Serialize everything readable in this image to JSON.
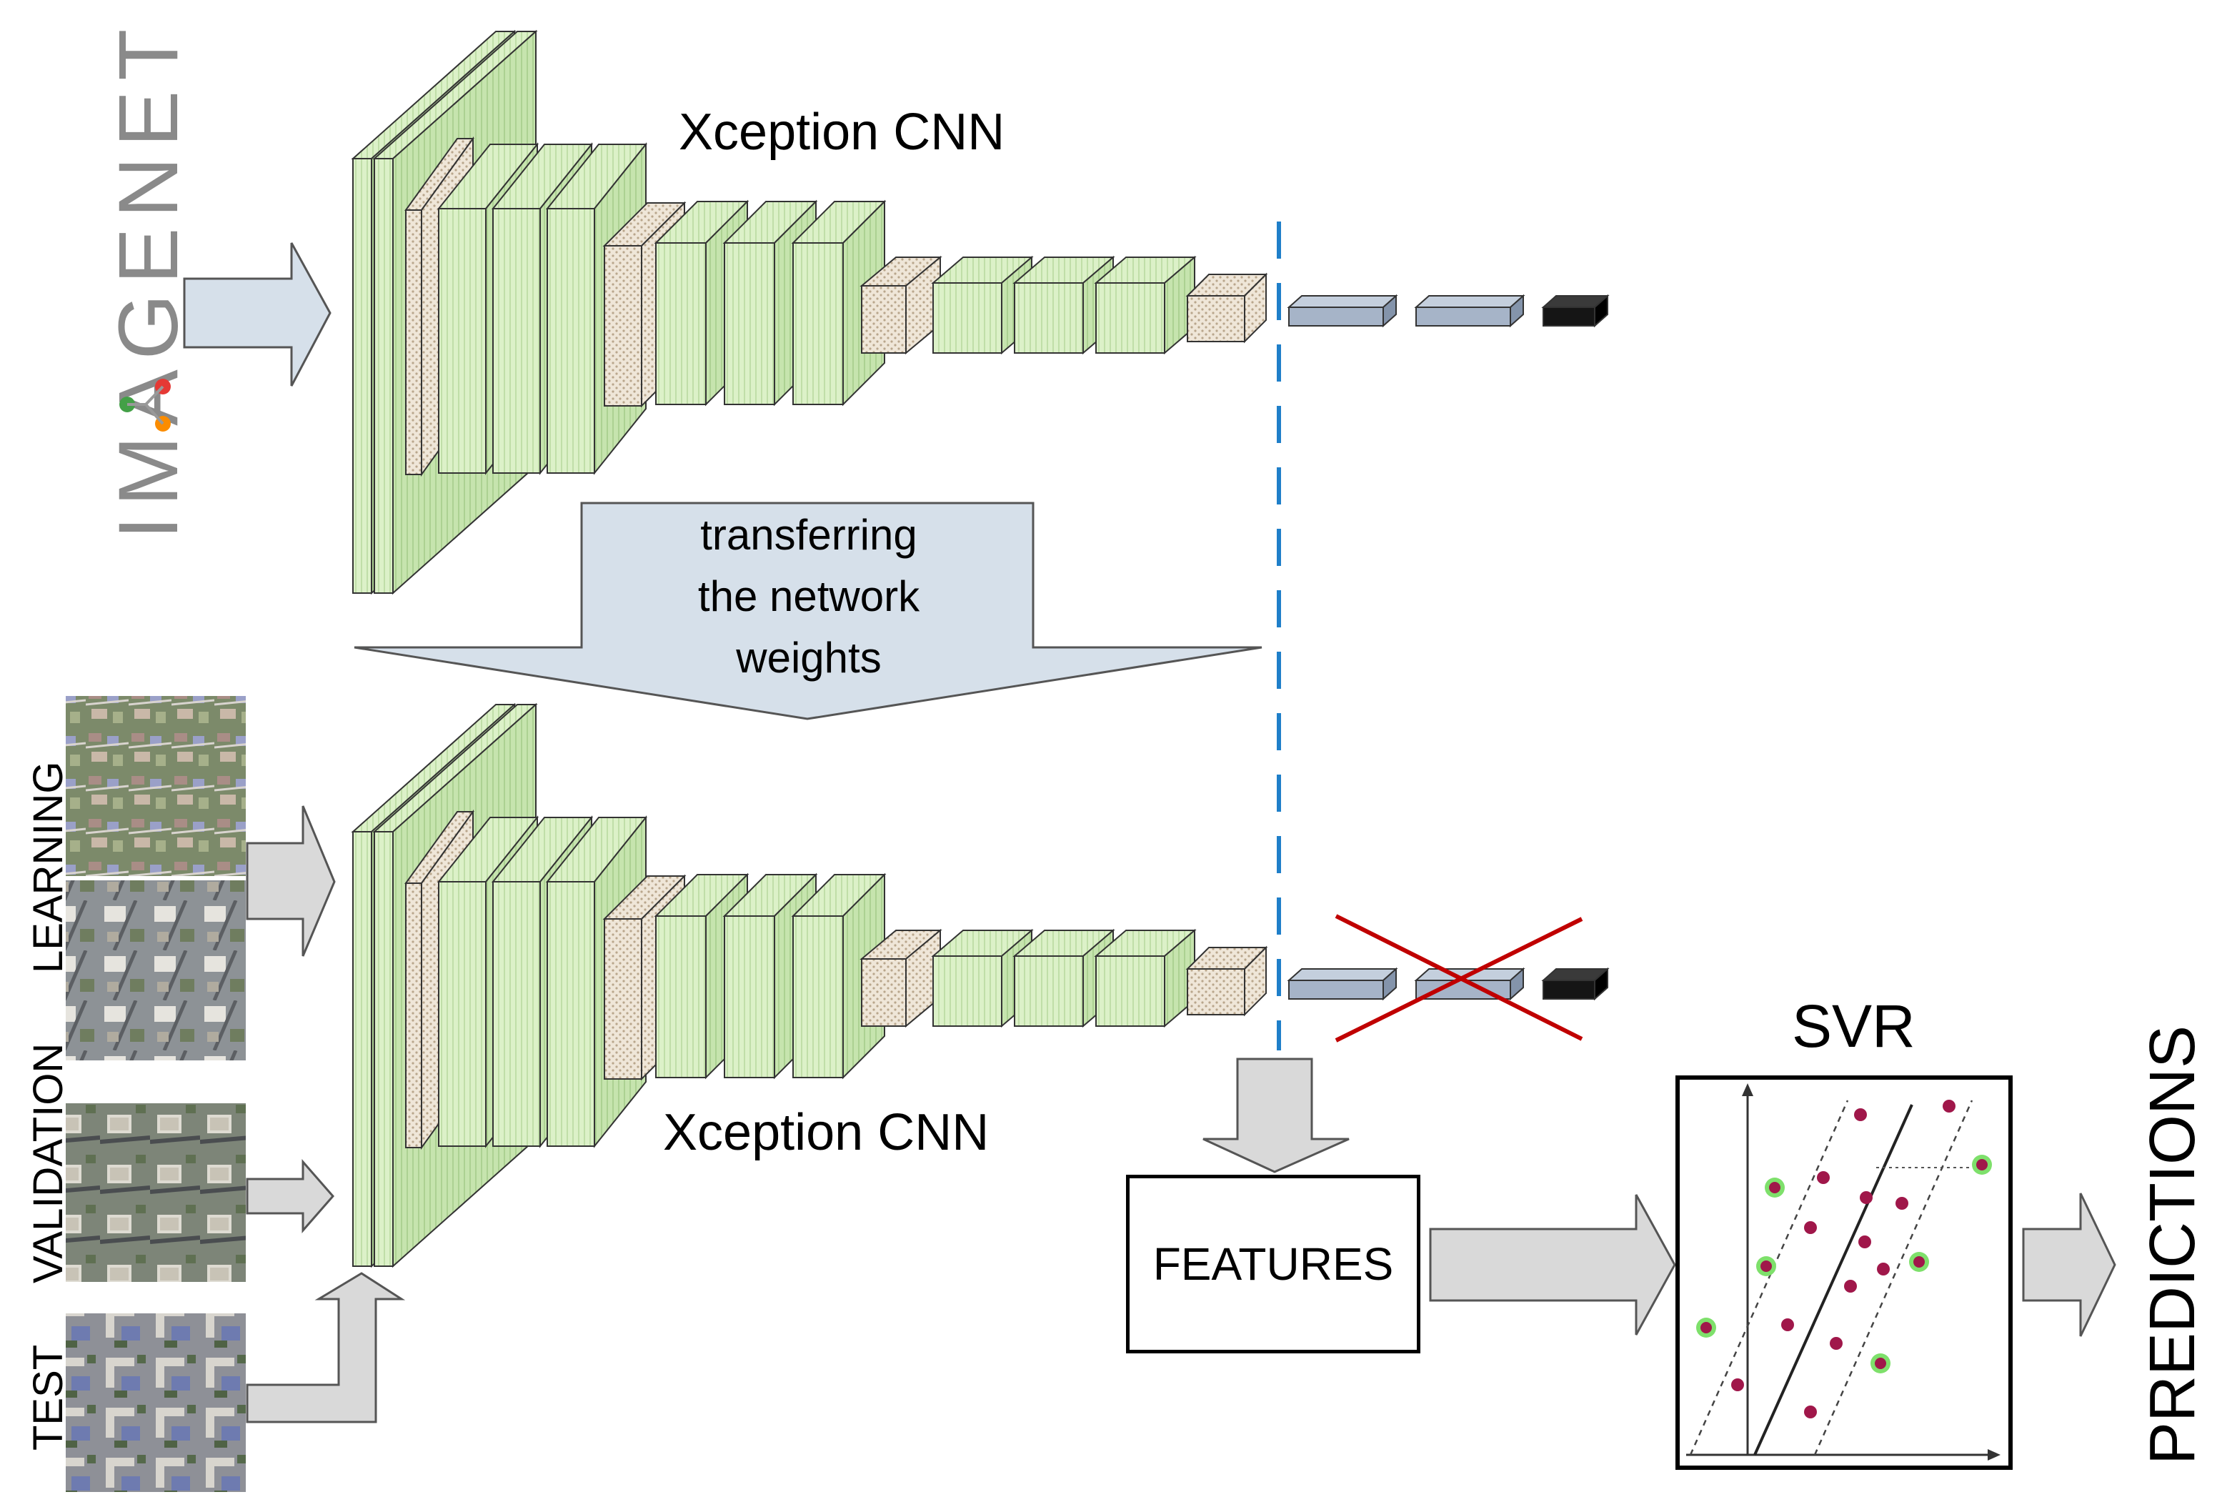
{
  "diagram": {
    "top_cnn_label": "Xception CNN",
    "bottom_cnn_label": "Xception CNN",
    "imagenet_logo": {
      "text": "IMAGENET",
      "glyph_colors": [
        "#43a047",
        "#e53935",
        "#fb8c00"
      ],
      "text_color": "#8a8a8a"
    },
    "transfer": {
      "lines": [
        "transferring",
        "the network",
        "weights"
      ]
    },
    "dataset_labels": {
      "learning": "LEARNING",
      "validation": "VALIDATION",
      "test": "TEST"
    },
    "features_label": "FEATURES",
    "svr_label": "SVR",
    "predictions_label": "PREDICTIONS",
    "colors": {
      "layer_green": "#d8efc3",
      "layer_beige": "#e9ddcc",
      "dense_blue": "#a6b4c8",
      "output_black": "#151515",
      "arrow_blue": "#d6e0ea",
      "arrow_gray": "#d9d9d9",
      "cut_line": "#1f7fc9",
      "cross": "#c00000",
      "svr_point": "#a0174a",
      "svr_sv_ring": "#7ee06b"
    }
  }
}
